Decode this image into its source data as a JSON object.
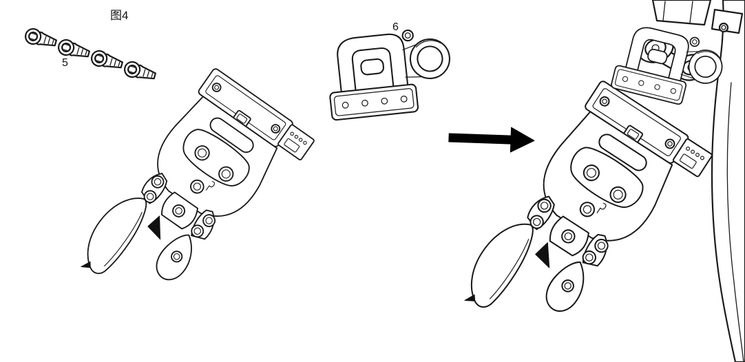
{
  "figure_label": "图4",
  "part_labels": {
    "screws": "5",
    "bracket": "6"
  },
  "colors": {
    "line": "#1a1a1a",
    "dark_fill": "#111111",
    "arrow": "#000000",
    "background": "#ffffff"
  },
  "icons": {
    "arrow": "assembly-direction-arrow"
  }
}
